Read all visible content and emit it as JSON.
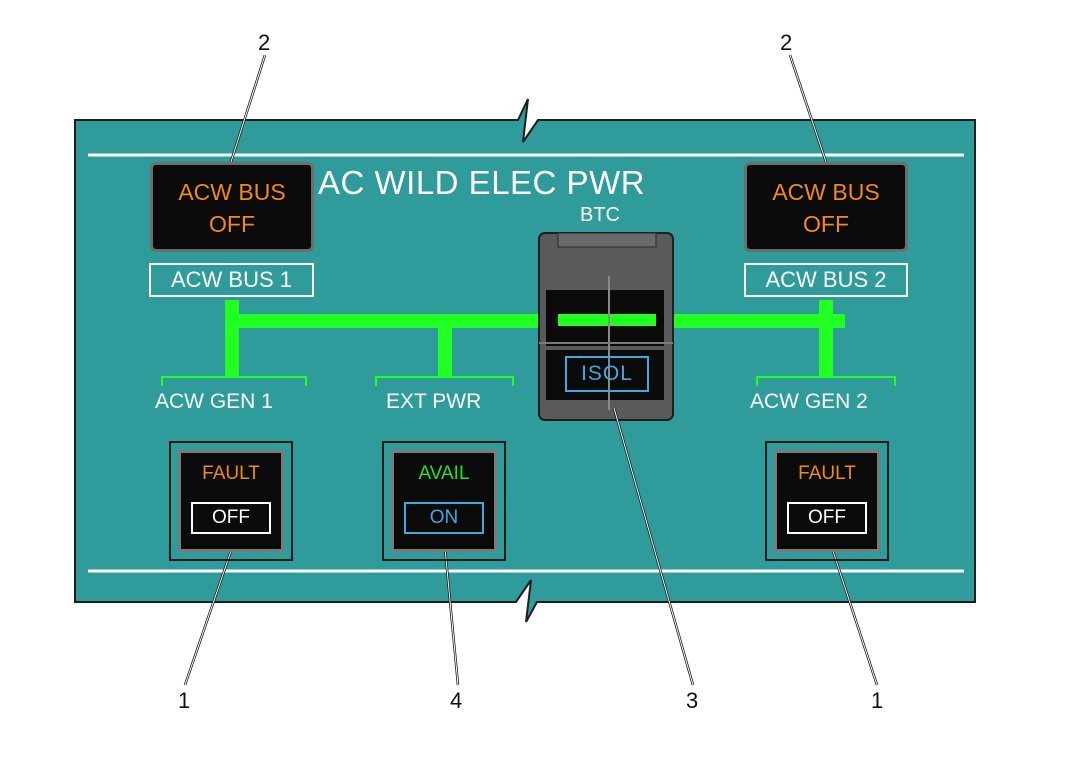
{
  "panel": {
    "title": "AC WILD ELEC PWR",
    "btc_label": "BTC",
    "colors": {
      "panel": "#2f9b9a",
      "bus_line": "#22ff22",
      "amber": "#f08a1e",
      "cyan": "#3fa9e0"
    }
  },
  "annunciators": [
    {
      "line1": "ACW BUS",
      "line2": "OFF",
      "bus_label": "ACW BUS 1"
    },
    {
      "line1": "ACW BUS",
      "line2": "OFF",
      "bus_label": "ACW BUS 2"
    }
  ],
  "sources": [
    {
      "label": "ACW GEN 1",
      "light": "FAULT",
      "button": "OFF"
    },
    {
      "label": "EXT PWR",
      "light": "AVAIL",
      "button": "ON"
    },
    {
      "label": "ACW GEN 2",
      "light": "FAULT",
      "button": "OFF"
    }
  ],
  "btc_switch": {
    "label": "ISOL"
  },
  "callouts": [
    "2",
    "2",
    "1",
    "4",
    "3",
    "1"
  ]
}
